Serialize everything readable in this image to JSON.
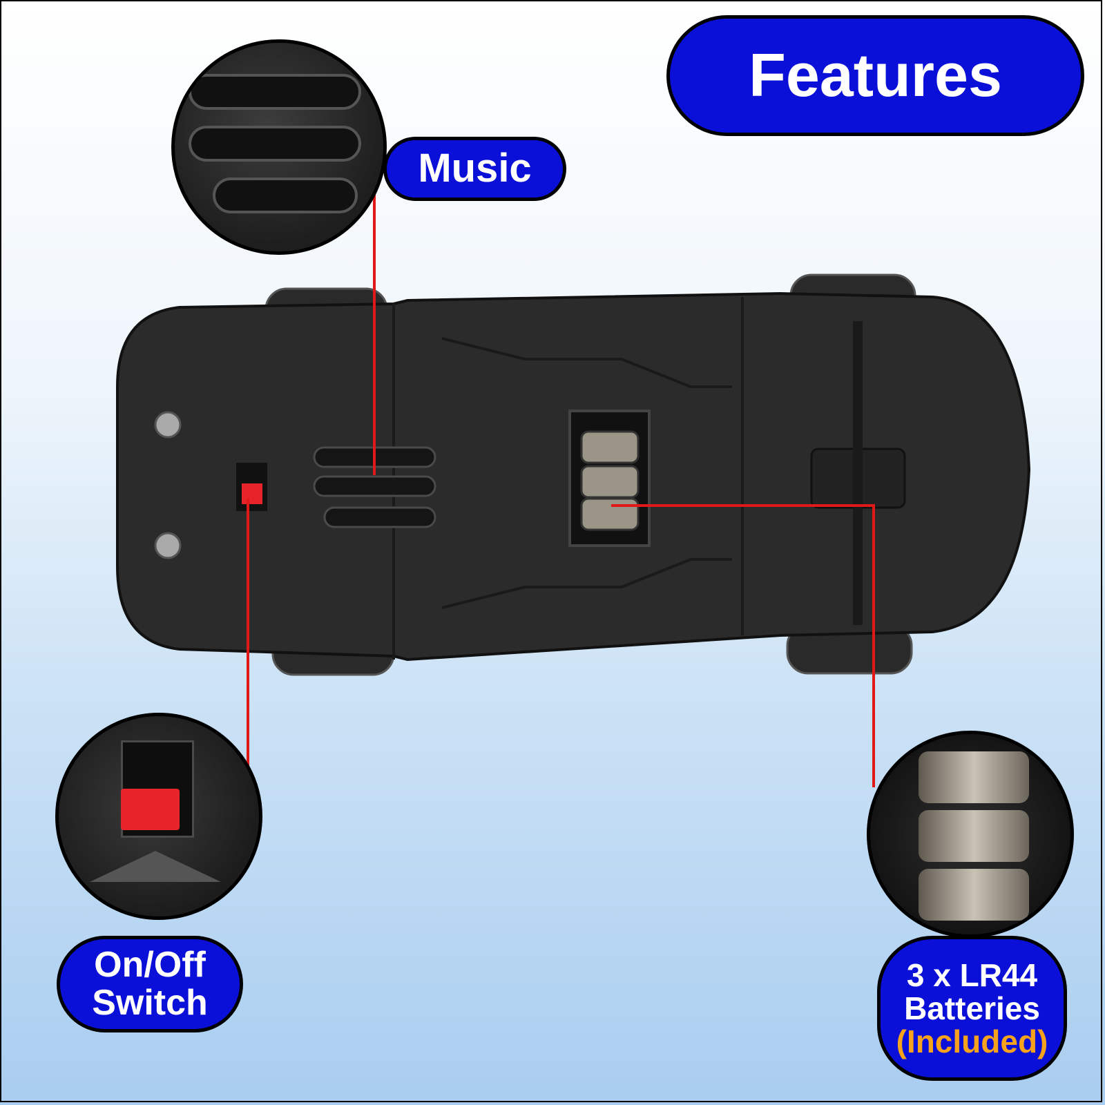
{
  "header": {
    "title": "Features"
  },
  "callouts": {
    "music": "Music",
    "switch_line1": "On/Off",
    "switch_line2": "Switch",
    "battery_line1": "3 x LR44",
    "battery_line2": "Batteries",
    "battery_line3": "(Included)"
  },
  "colors": {
    "badge": "#0b10d9",
    "accent": "#f7a21c",
    "leader_line": "#e01818"
  }
}
